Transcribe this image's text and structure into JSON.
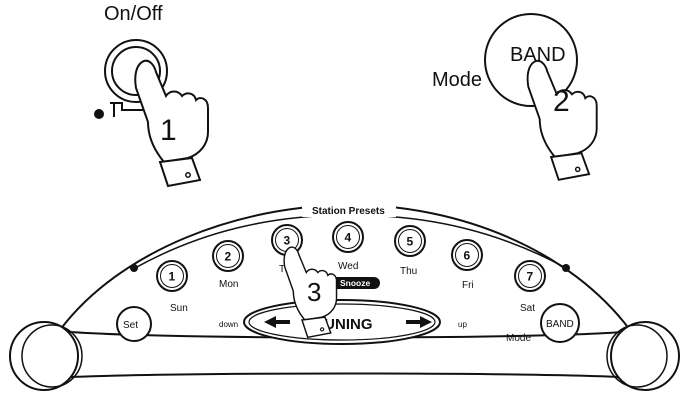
{
  "steps": {
    "power": {
      "label": "On/Off",
      "number": "1"
    },
    "band": {
      "label": "BAND",
      "number": "2",
      "side_label": "Mode"
    },
    "preset": {
      "number": "3"
    }
  },
  "radio": {
    "presets_header": "Station Presets",
    "presets": [
      {
        "num": "1",
        "day": "Sun"
      },
      {
        "num": "2",
        "day": "Mon"
      },
      {
        "num": "3",
        "day": "Tue"
      },
      {
        "num": "4",
        "day": "Wed"
      },
      {
        "num": "5",
        "day": "Thu"
      },
      {
        "num": "6",
        "day": "Fri"
      },
      {
        "num": "7",
        "day": "Sat"
      }
    ],
    "set_label": "Set",
    "band_label": "BAND",
    "mode_label": "Mode",
    "snooze_label": "Snooze",
    "tuning_label": "TUNING",
    "down_label": "down",
    "up_label": "up"
  },
  "colors": {
    "ink": "#111111",
    "paper": "#ffffff"
  }
}
